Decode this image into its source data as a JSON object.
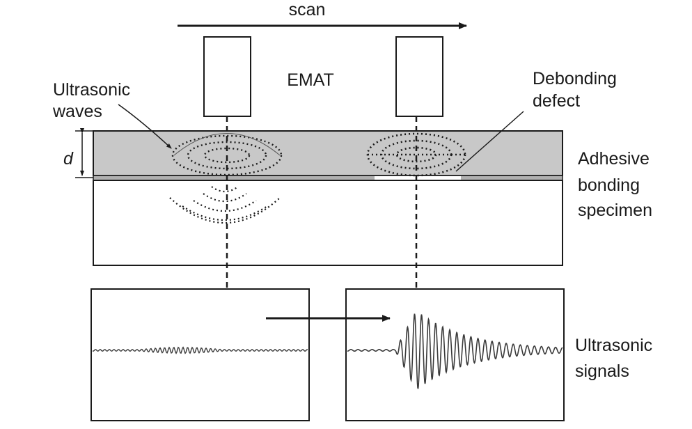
{
  "labels": {
    "scan": "scan",
    "emat": "EMAT",
    "ultrasonic_waves_line1": "Ultrasonic",
    "ultrasonic_waves_line2": "waves",
    "debonding_line1": "Debonding",
    "debonding_line2": "defect",
    "thickness": "d",
    "specimen_line1": "Adhesive",
    "specimen_line2": "bonding",
    "specimen_line3": "specimen",
    "signals_line1": "Ultrasonic",
    "signals_line2": "signals"
  },
  "colors": {
    "ink": "#1a1a1a",
    "adhesive_layer": "#c8c8c8",
    "wave": "#7a7a7a",
    "signal": "#3a3a3a"
  }
}
